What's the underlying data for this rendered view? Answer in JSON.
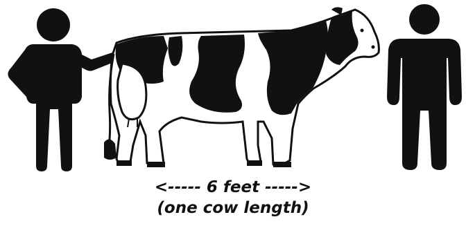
{
  "caption": {
    "distance": "<----- 6 feet ----->",
    "note": "(one cow length)"
  },
  "figures": {
    "left_person": "person-icon",
    "cow": "cow-illustration",
    "right_person": "person-icon"
  },
  "colors": {
    "ink": "#111111",
    "background": "#ffffff"
  }
}
